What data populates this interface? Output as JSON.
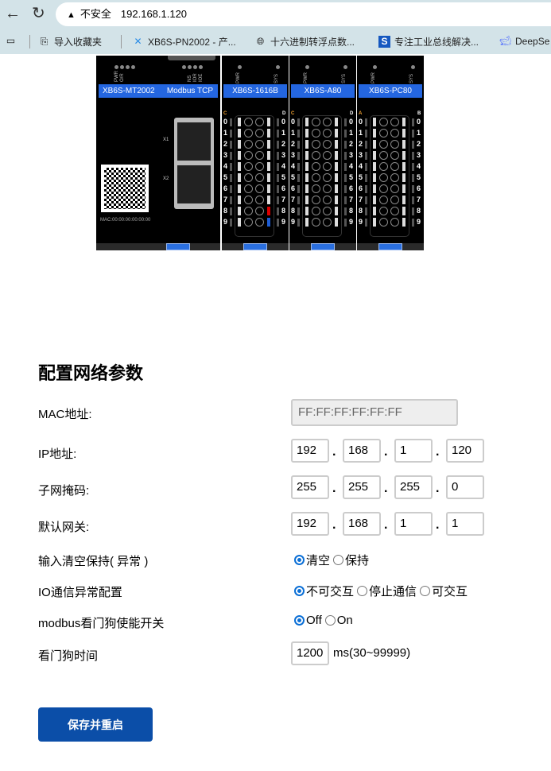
{
  "browser": {
    "security": "不安全",
    "url": "192.168.1.120",
    "bookmarks": [
      "导入收藏夹",
      "XB6S-PN2002 - 产...",
      "十六进制转浮点数...",
      "专注工业总线解决...",
      "DeepSe"
    ]
  },
  "device": {
    "main": {
      "model": "XB6S-MT2002",
      "protocol": "Modbus TCP",
      "leds_left": [
        "PWR",
        "O/R"
      ],
      "leds_right": [
        "NS",
        "IOR",
        "IOE"
      ],
      "port1": "X1",
      "port2": "X2",
      "mac": "MAC:00:00:00:00:00:00"
    },
    "modules": [
      {
        "model": "XB6S-1616B",
        "left": "C",
        "right": "D"
      },
      {
        "model": "XB6S-A80",
        "left": "C",
        "right": "D"
      },
      {
        "model": "XB6S-PC80",
        "left": "A",
        "right": "B"
      }
    ],
    "module_leds": [
      "PWR",
      "SYS"
    ],
    "rows": [
      "0",
      "1",
      "2",
      "3",
      "4",
      "5",
      "6",
      "7",
      "8",
      "9"
    ]
  },
  "form": {
    "title": "配置网络参数",
    "mac": {
      "label": "MAC地址:",
      "value": "FF:FF:FF:FF:FF:FF"
    },
    "ip": {
      "label": "IP地址:",
      "octets": [
        "192",
        "168",
        "1",
        "120"
      ]
    },
    "mask": {
      "label": "子网掩码:",
      "octets": [
        "255",
        "255",
        "255",
        "0"
      ]
    },
    "gateway": {
      "label": "默认网关:",
      "octets": [
        "192",
        "168",
        "1",
        "1"
      ]
    },
    "dot": ".",
    "input_clear": {
      "label": "输入清空保持( 异常 )",
      "options": [
        "清空",
        "保持"
      ],
      "selected": 0
    },
    "io_error": {
      "label": "IO通信异常配置",
      "options": [
        "不可交互",
        "停止通信",
        "可交互"
      ],
      "selected": 0
    },
    "watchdog": {
      "label": "modbus看门狗使能开关",
      "options": [
        "Off",
        "On"
      ],
      "selected": 0
    },
    "watchdog_time": {
      "label": "看门狗时间",
      "value": "1200",
      "unit": "ms(30~99999)"
    },
    "save": "保存并重启"
  }
}
